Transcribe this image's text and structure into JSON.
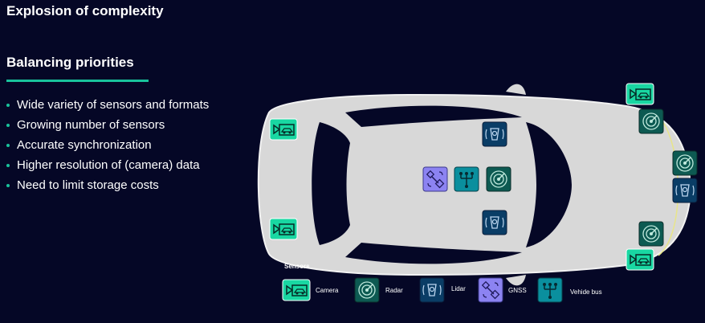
{
  "slide": {
    "title": "Explosion of complexity",
    "subtitle": "Balancing priorities",
    "bullets": [
      "Wide variety of sensors and formats",
      "Growing number of sensors",
      "Accurate synchronization",
      "Higher resolution of (camera) data",
      "Need to limit storage costs"
    ]
  },
  "legend": {
    "title": "Sensors",
    "camera": "Camera",
    "radar": "Radar",
    "lidar": "Lidar",
    "gnss": "GNSS",
    "vehicle_bus": "Vehide bus"
  },
  "colors": {
    "background": "#050726",
    "accent": "#19c39c",
    "camera": "#19d7a2",
    "radar": "#0d5a52",
    "lidar": "#0a3d66",
    "gnss": "#8c83f2",
    "vehicle_bus": "#0a8f9e",
    "car_body": "#d8d8d8"
  }
}
